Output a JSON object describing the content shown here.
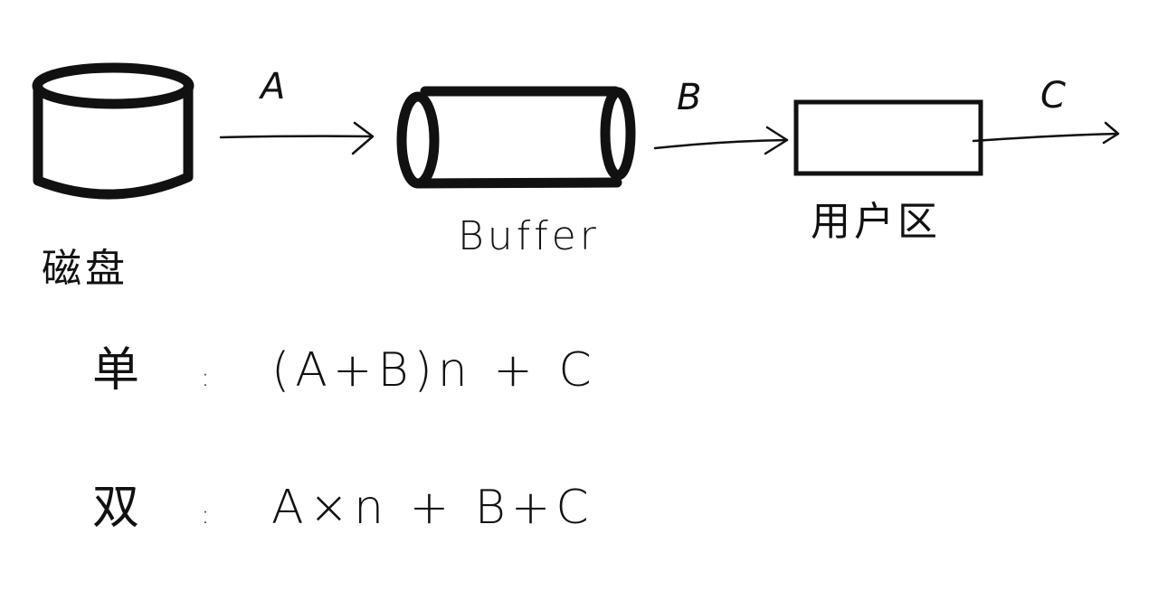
{
  "diagram": {
    "nodes": {
      "disk": {
        "label": "磁盘"
      },
      "buffer": {
        "label": "Buffer"
      },
      "user_area": {
        "label": "用户区"
      }
    },
    "arrows": {
      "a": {
        "label": "A"
      },
      "b": {
        "label": "B"
      },
      "c": {
        "label": "C"
      }
    },
    "formulas": {
      "single": {
        "label": "单",
        "separator": ":",
        "expression": "(A+B)n + C"
      },
      "double": {
        "label": "双",
        "separator": ":",
        "expression": "A×n + B+C"
      }
    }
  },
  "colors": {
    "ink": "#111111",
    "background": "#ffffff"
  }
}
